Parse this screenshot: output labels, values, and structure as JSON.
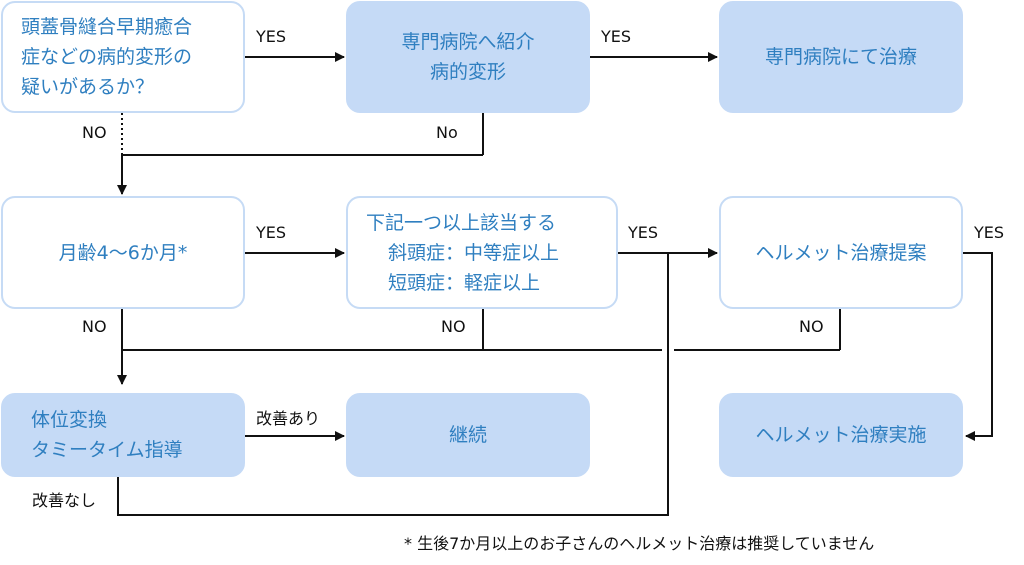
{
  "boxes": {
    "craniosynostosis_q": [
      "頭蓋骨縫合早期癒合",
      "症などの病的変形の",
      "疑いがあるか？"
    ],
    "refer_specialist": [
      "専門病院へ紹介",
      "病的変形"
    ],
    "treat_specialist": [
      "専門病院にて治療"
    ],
    "age_check": [
      "月齢4〜6か月*"
    ],
    "criteria": [
      "下記一つ以上該当する",
      "斜頭症：中等症以上",
      "短頭症：軽症以上"
    ],
    "helmet_proposal": [
      "ヘルメット治療提案"
    ],
    "positioning": [
      "体位変換",
      "タミータイム指導"
    ],
    "continue": [
      "継続"
    ],
    "helmet_impl": [
      "ヘルメット治療実施"
    ]
  },
  "labels": {
    "yes": "YES",
    "no": "NO",
    "no_lower": "No",
    "improved": "改善あり",
    "not_improved": "改善なし"
  },
  "footnote": "* 生後7か月以上のお子さんのヘルメット治療は推奨していません",
  "colors": {
    "accent_text": "#2f7fc0",
    "box_fill": "#c5daf6",
    "box_border": "#c6dbf5",
    "line": "#111111"
  }
}
